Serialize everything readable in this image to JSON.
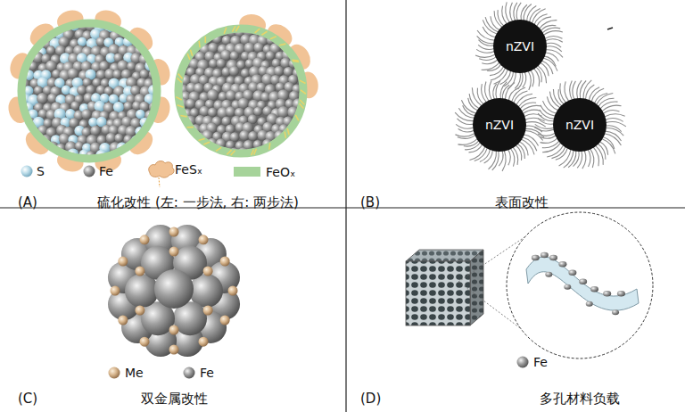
{
  "diagram": {
    "nodes": [
      {
        "text": [
          "nZVI"
        ]
      },
      {
        "text": [
          "nZVI"
        ]
      },
      {
        "text": [
          "nZVI"
        ]
      }
    ],
    "labels": [
      "(A)",
      "硫化改性 (左: 一步法, 右: 两步法)",
      "(B)",
      "表面改性",
      "(C)",
      "双金属改性",
      "(D)",
      "多孔材料负载"
    ],
    "legend": [
      {
        "text": "S"
      },
      {
        "text": "Fe"
      },
      {
        "text": "FeSₓ"
      },
      {
        "text": "FeOₓ",
        "color": "#a6d39a"
      },
      {
        "text": "Me"
      },
      {
        "text": "Fe"
      },
      {
        "text": "Fe"
      }
    ]
  }
}
